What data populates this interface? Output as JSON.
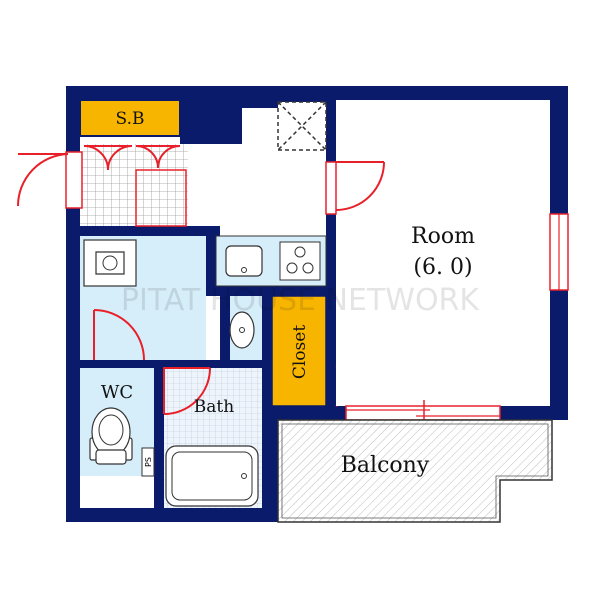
{
  "rooms": {
    "storage": "S.B",
    "room": "Room",
    "room_size": "(6. 0)",
    "closet": "Closet",
    "wc": "WC",
    "bath": "Bath",
    "balcony": "Balcony",
    "ps": "PS"
  },
  "watermark": "PITAT HOUSE NETWORK",
  "colors": {
    "wall": "#0b1b6b",
    "door": "#e8202a",
    "storage_fill": "#f7b500",
    "wet_area": "#d6eefa",
    "tile_grid": "#9a9a9a",
    "room_fill": "#ffffff"
  }
}
